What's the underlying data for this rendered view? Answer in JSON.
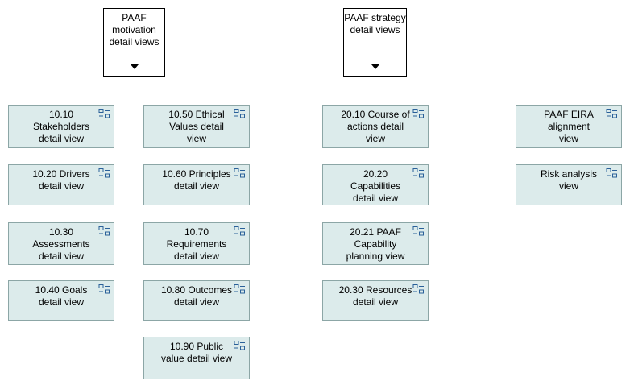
{
  "groups": [
    {
      "label": "PAAF motivation detail views"
    },
    {
      "label": "PAAF strategy detail views"
    }
  ],
  "views": [
    {
      "label": "10.10 Stakeholders detail view"
    },
    {
      "label": "10.20 Drivers detail view"
    },
    {
      "label": "10.30 Assessments detail view"
    },
    {
      "label": "10.40 Goals detail view"
    },
    {
      "label": "10.50 Ethical Values detail view"
    },
    {
      "label": "10.60 Principles detail view"
    },
    {
      "label": "10.70 Requirements detail view"
    },
    {
      "label": "10.80 Outcomes detail view"
    },
    {
      "label": "10.90 Public value detail view"
    },
    {
      "label": "20.10 Course of actions detail view"
    },
    {
      "label": "20.20 Capabilities detail view"
    },
    {
      "label": "20.21 PAAF Capability planning view"
    },
    {
      "label": "20.30 Resources detail view"
    },
    {
      "label": "PAAF EIRA alignment view"
    },
    {
      "label": "Risk analysis view"
    }
  ],
  "icons": {
    "view_icon": "diagram-icon",
    "group_icon": "triangle-down-icon"
  },
  "colors": {
    "background": "#ffffff",
    "view_fill": "#dcebeb",
    "view_border": "#8ca6a6",
    "icon_blue": "#2a6099",
    "group_border": "#000000"
  }
}
